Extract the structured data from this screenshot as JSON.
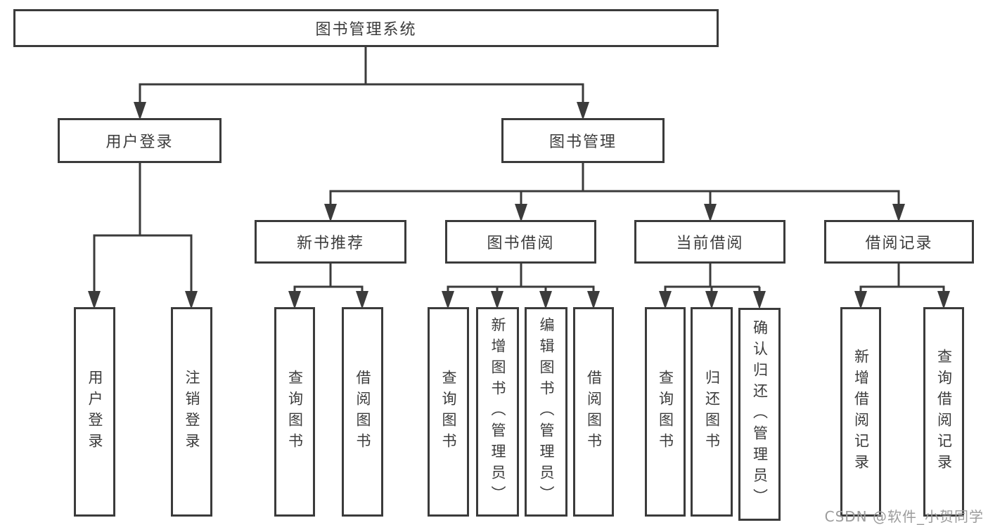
{
  "diagram_type": "hierarchy-tree",
  "tree": {
    "label": "图书管理系统",
    "children": [
      {
        "label": "用户登录",
        "children": [
          {
            "label": "用户登录"
          },
          {
            "label": "注销登录"
          }
        ]
      },
      {
        "label": "图书管理",
        "children": [
          {
            "label": "新书推荐",
            "children": [
              {
                "label": "查询图书"
              },
              {
                "label": "借阅图书"
              }
            ]
          },
          {
            "label": "图书借阅",
            "children": [
              {
                "label": "查询图书"
              },
              {
                "label": "新增图书（管理员）"
              },
              {
                "label": "编辑图书（管理员）"
              },
              {
                "label": "借阅图书"
              }
            ]
          },
          {
            "label": "当前借阅",
            "children": [
              {
                "label": "查询图书"
              },
              {
                "label": "归还图书"
              },
              {
                "label": "确认归还（管理员）"
              }
            ]
          },
          {
            "label": "借阅记录",
            "children": [
              {
                "label": "新增借阅记录"
              },
              {
                "label": "查询借阅记录"
              }
            ]
          }
        ]
      }
    ]
  },
  "watermark": {
    "text": "CSDN @软件_小贺同学"
  },
  "colors": {
    "line": "#3b3b3b",
    "box_border": "#3b3b3b",
    "box_fill": "#ffffff",
    "text": "#3c3c3c",
    "watermark": "#9c9c9c",
    "background": "#ffffff"
  }
}
